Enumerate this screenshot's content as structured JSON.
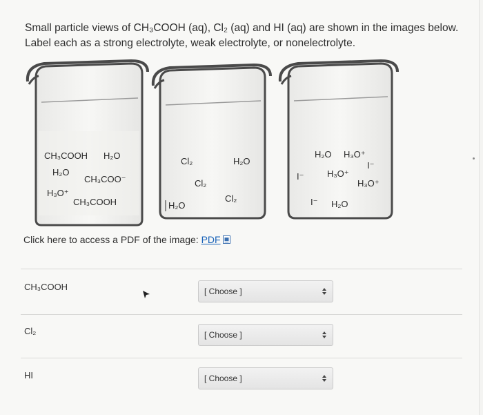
{
  "question": "Small particle views of CH₃COOH (aq), Cl₂ (aq) and HI (aq) are shown in the images below. Label each as a strong electrolyte, weak electrolyte, or nonelectrolyte.",
  "beaker1": {
    "labels": [
      "CH₃COOH",
      "H₂O",
      "H₂O",
      "CH₃COO⁻",
      "H₃O⁺",
      "CH₃COOH"
    ]
  },
  "beaker2": {
    "labels": [
      "Cl₂",
      "H₂O",
      "Cl₂",
      "Cl₂",
      "H₂O"
    ]
  },
  "beaker3": {
    "labels": [
      "H₂O",
      "H₃O⁺",
      "I⁻",
      "H₃O⁺",
      "I⁻",
      "H₃O⁺",
      "I⁻",
      "H₂O"
    ]
  },
  "pdf": {
    "prefix": "Click here to access a PDF of the image: ",
    "link": "PDF"
  },
  "rows": [
    {
      "label": "CH₃COOH",
      "select": "[ Choose ]"
    },
    {
      "label": "Cl₂",
      "select": "[ Choose ]"
    },
    {
      "label": "HI",
      "select": "[ Choose ]"
    }
  ]
}
